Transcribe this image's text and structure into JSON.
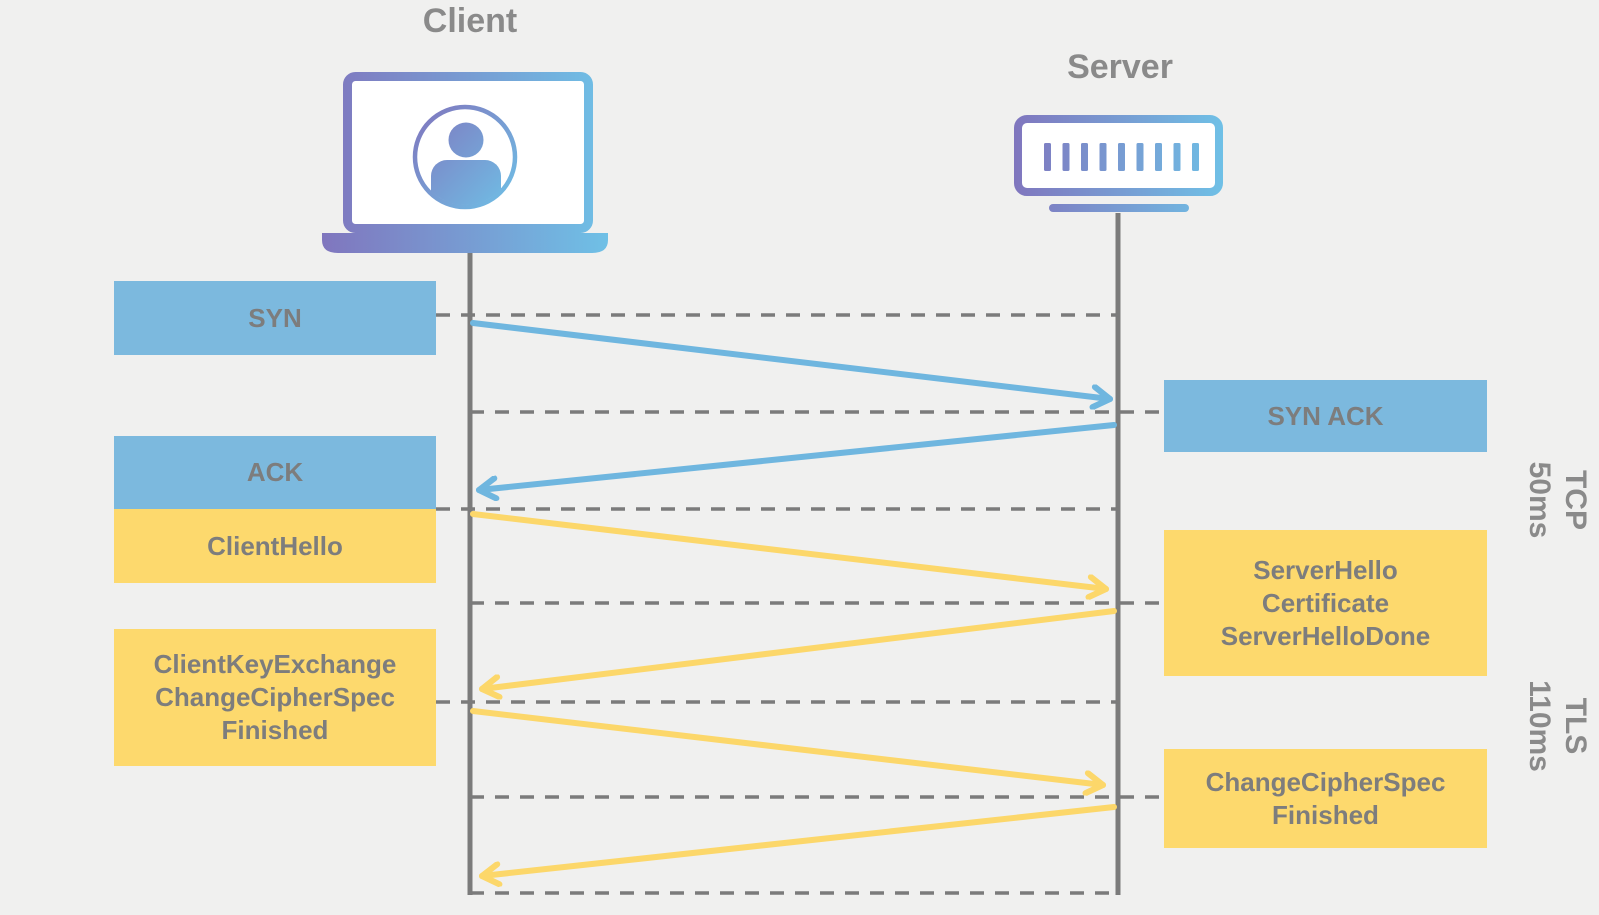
{
  "colors": {
    "background": "#F0F0EF",
    "blue": "#7CB9DE",
    "yellow": "#FDD96D",
    "arrow_blue": "#6FB6DF",
    "arrow_yellow": "#FCD76A",
    "line_gray": "#7B7B7B",
    "text_gray": "#7D7D7D",
    "title_gray": "#8A8A8A",
    "gradient_purple": "#8076BE",
    "gradient_blue": "#6FC0E6"
  },
  "actors": {
    "client": {
      "label": "Client",
      "icon": "laptop-user-icon"
    },
    "server": {
      "label": "Server",
      "icon": "server-icon"
    }
  },
  "messages": {
    "syn": {
      "label": "SYN",
      "from": "client",
      "to": "server",
      "phase": "TCP"
    },
    "syn_ack": {
      "label": "SYN ACK",
      "from": "server",
      "to": "client",
      "phase": "TCP"
    },
    "ack": {
      "label": "ACK",
      "from": "client",
      "to": "server",
      "phase": "TCP"
    },
    "client_hello": {
      "label": "ClientHello",
      "from": "client",
      "to": "server",
      "phase": "TLS"
    },
    "server_hello": {
      "label": "ServerHello\nCertificate\nServerHelloDone",
      "from": "server",
      "to": "client",
      "phase": "TLS"
    },
    "client_key_exchange": {
      "label": "ClientKeyExchange\nChangeCipherSpec\nFinished",
      "from": "client",
      "to": "server",
      "phase": "TLS"
    },
    "change_cipher_spec": {
      "label": "ChangeCipherSpec\nFinished",
      "from": "server",
      "to": "client",
      "phase": "TLS"
    }
  },
  "phases": {
    "tcp": {
      "protocol": "TCP",
      "duration": "50ms",
      "label": "TCP\n50ms"
    },
    "tls": {
      "protocol": "TLS",
      "duration": "110ms",
      "label": "TLS\n110ms"
    }
  }
}
